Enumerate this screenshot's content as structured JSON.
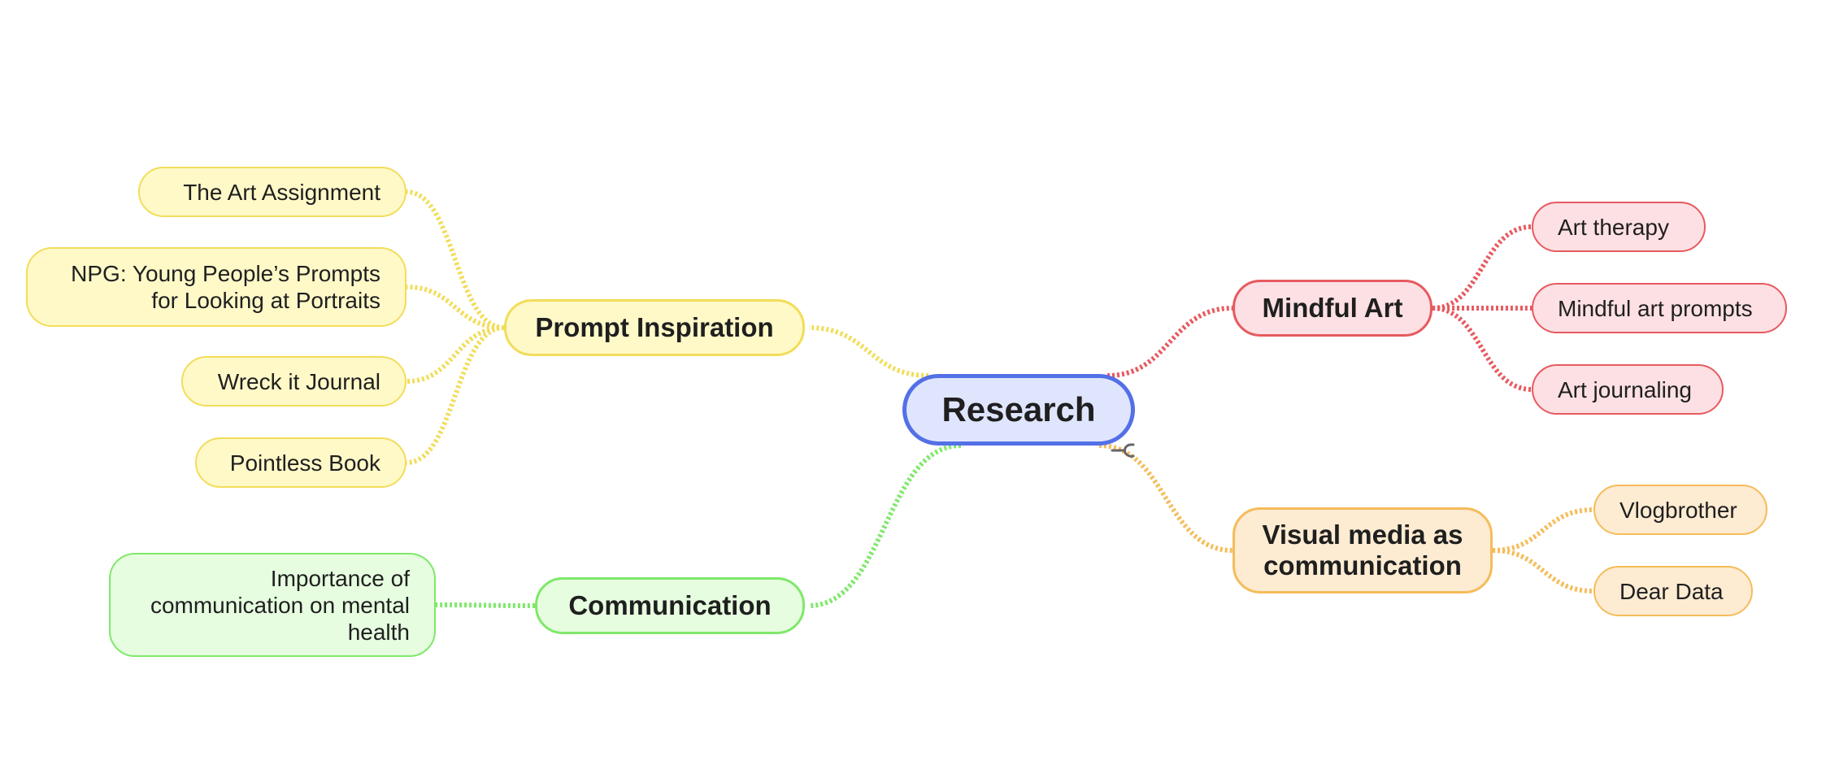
{
  "root": {
    "label": "Research"
  },
  "branches": {
    "prompt_inspiration": {
      "label": "Prompt Inspiration",
      "children": [
        "The Art Assignment",
        "NPG: Young People’s Prompts for Looking at Portraits",
        "Wreck it Journal",
        "Pointless Book"
      ]
    },
    "communication": {
      "label": "Communication",
      "children": [
        "Importance of communication on mental health"
      ]
    },
    "mindful_art": {
      "label": "Mindful Art",
      "children": [
        "Art therapy",
        "Mindful art prompts",
        "Art journaling"
      ]
    },
    "visual_media": {
      "label": "Visual media as communication",
      "children": [
        "Vlogbrother",
        "Dear Data"
      ]
    }
  },
  "colors": {
    "root_border": "#5470e6",
    "prompt_inspiration": "#f2dd5a",
    "communication": "#7fe86a",
    "mindful_art": "#e65a60",
    "visual_media": "#f5bc5a"
  },
  "icons": {
    "collapse_toggle": "collapse-branch-icon"
  }
}
